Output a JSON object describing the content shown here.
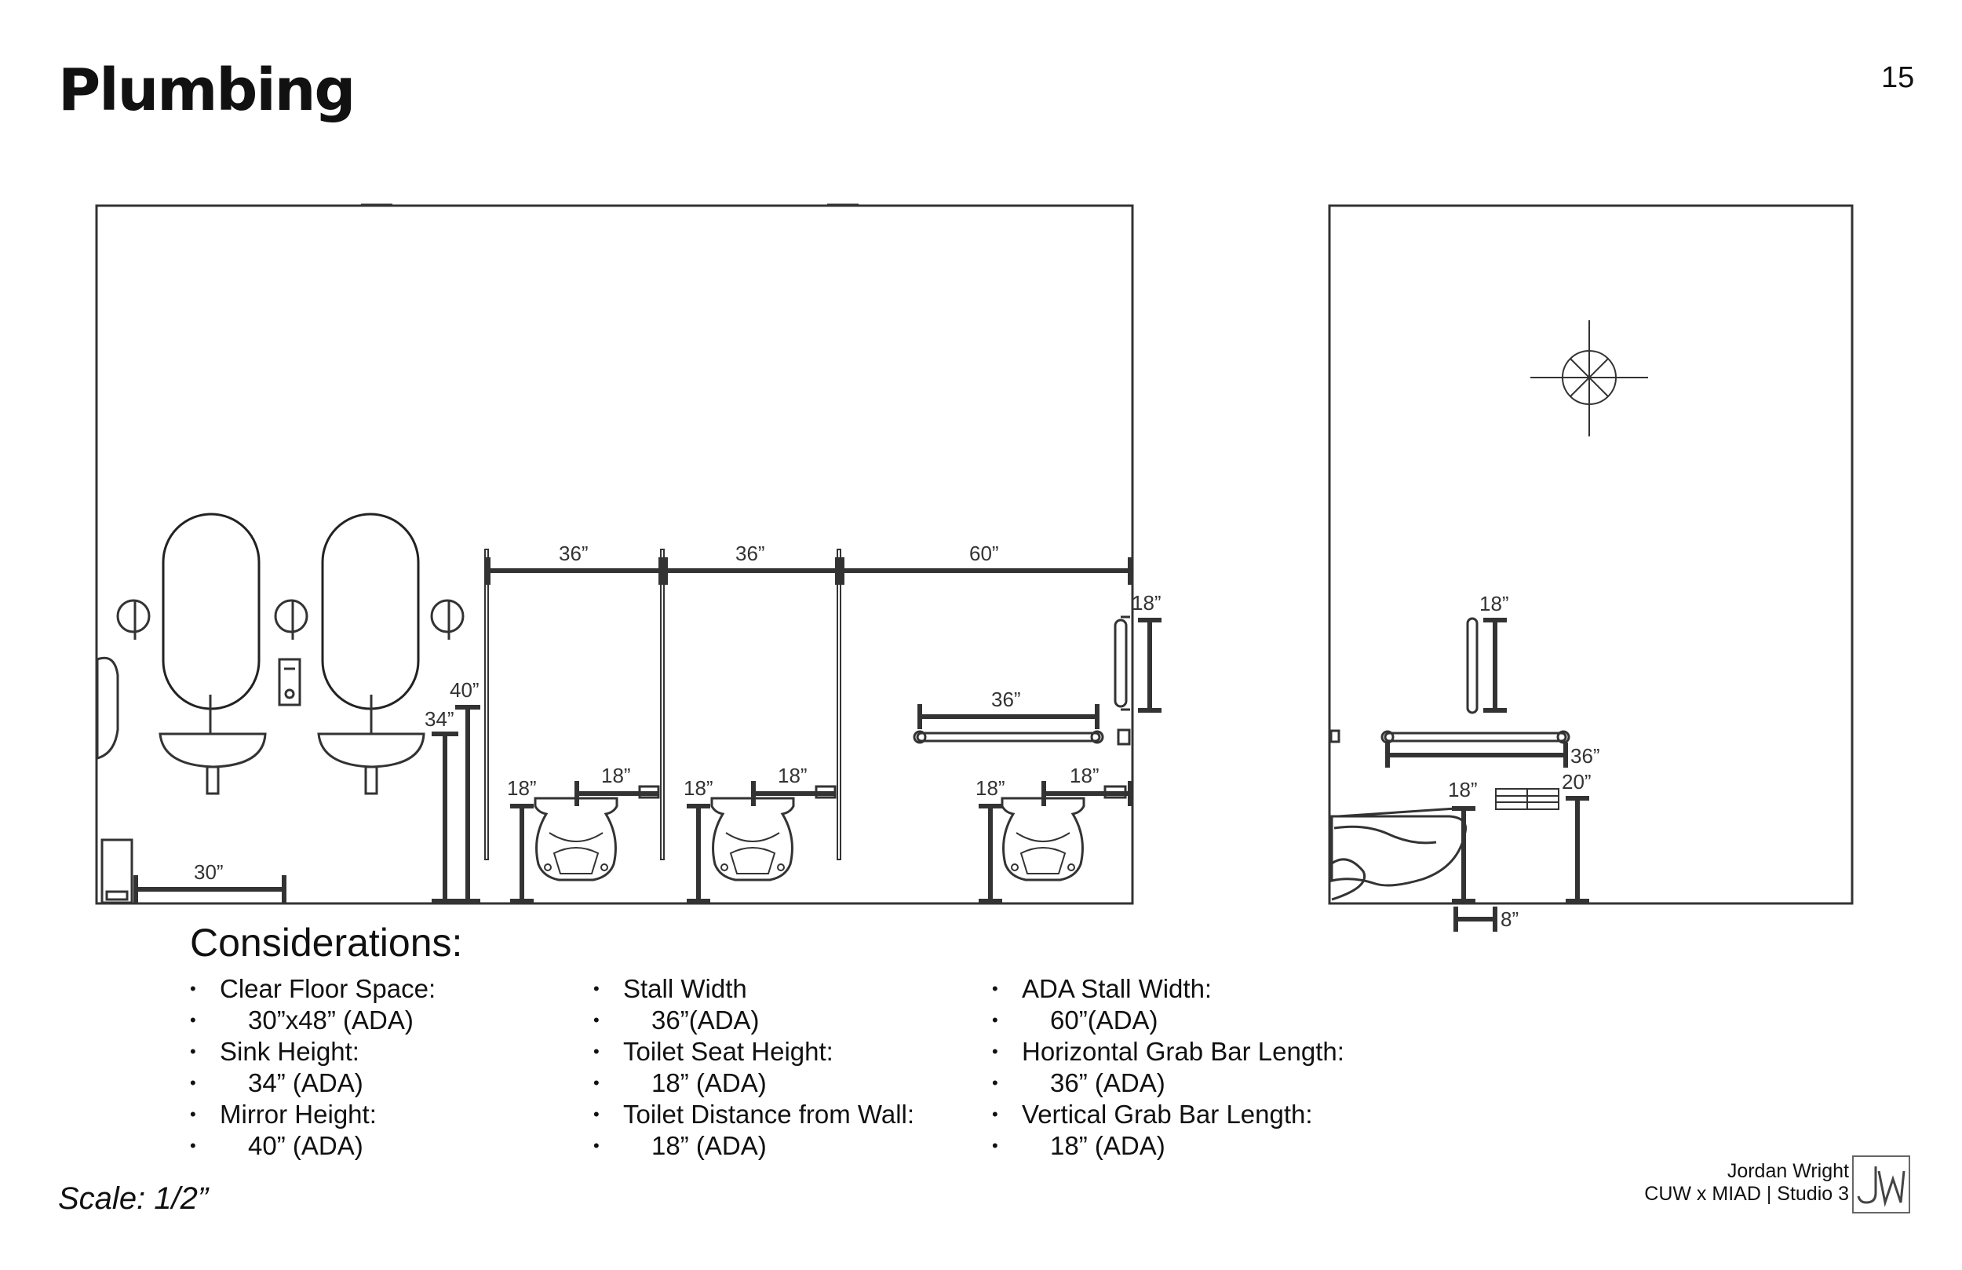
{
  "page": {
    "title": "Plumbing",
    "number": "15"
  },
  "dimensions": {
    "stall_1_width": "36”",
    "stall_2_width": "36”",
    "ada_stall_width": "60”",
    "vertical_bar_left": "18”",
    "mirror_height": "40”",
    "sink_height": "34”",
    "horizontal_bar_left": "36”",
    "toilet_seat_1": "18”",
    "toilet_wall_1": "18”",
    "toilet_seat_2": "18”",
    "toilet_wall_2": "18”",
    "toilet_seat_3": "18”",
    "toilet_wall_3": "18”",
    "clear_floor": "30”",
    "side_vertical_bar": "18”",
    "side_horizontal_bar": "36”",
    "side_paper_holder": "20”",
    "side_seat": "18”",
    "side_offset": "8”"
  },
  "considerations": {
    "title": "Considerations:",
    "columns": [
      [
        {
          "text": "Clear Floor Space:",
          "sub": false
        },
        {
          "text": "30”x48” (ADA)",
          "sub": true
        },
        {
          "text": "Sink Height:",
          "sub": false
        },
        {
          "text": "34” (ADA)",
          "sub": true
        },
        {
          "text": "Mirror Height:",
          "sub": false
        },
        {
          "text": "40” (ADA)",
          "sub": true
        }
      ],
      [
        {
          "text": "Stall Width",
          "sub": false
        },
        {
          "text": "36”(ADA)",
          "sub": true
        },
        {
          "text": "Toilet Seat Height:",
          "sub": false
        },
        {
          "text": "18” (ADA)",
          "sub": true
        },
        {
          "text": "Toilet Distance from Wall:",
          "sub": false
        },
        {
          "text": "18” (ADA)",
          "sub": true
        }
      ],
      [
        {
          "text": "ADA Stall Width:",
          "sub": false
        },
        {
          "text": "60”(ADA)",
          "sub": true
        },
        {
          "text": "Horizontal Grab Bar Length:",
          "sub": false
        },
        {
          "text": "36” (ADA)",
          "sub": true
        },
        {
          "text": "Vertical Grab Bar Length:",
          "sub": false
        },
        {
          "text": "18” (ADA)",
          "sub": true
        }
      ]
    ]
  },
  "footer": {
    "scale": "Scale: 1/2”",
    "author": "Jordan Wright",
    "course": "CUW x MIAD | Studio 3"
  }
}
